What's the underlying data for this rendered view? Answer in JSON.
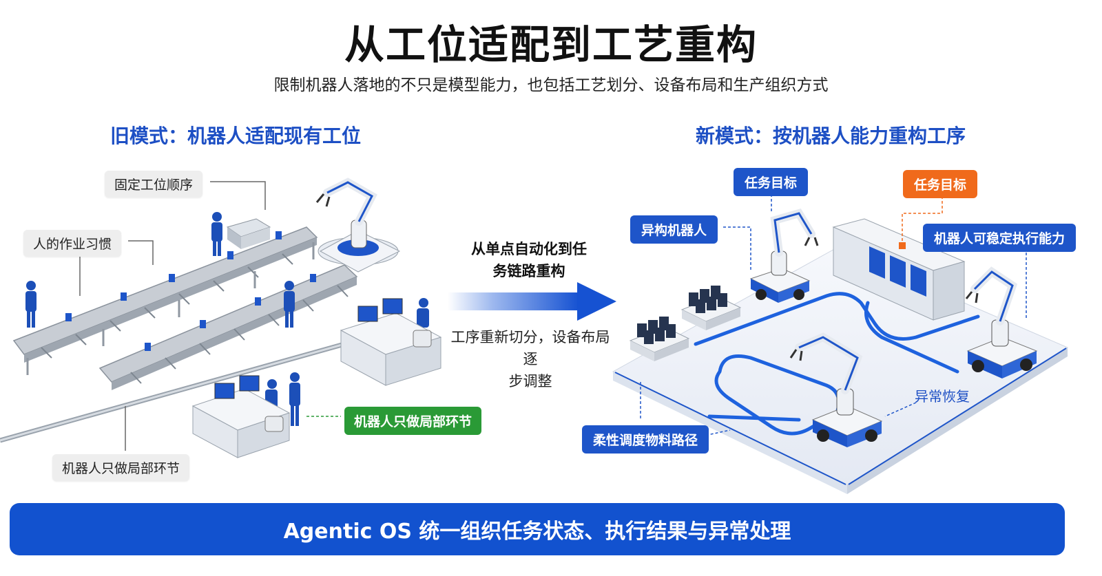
{
  "title": "从工位适配到工艺重构",
  "subtitle": "限制机器人落地的不只是模型能力，也包括工艺划分、设备布局和生产组织方式",
  "old_mode": {
    "title": "旧模式：机器人适配现有工位",
    "labels": {
      "fixed_order": "固定工位顺序",
      "human_habit": "人的作业习惯",
      "robot_partial_green": "机器人只做局部环节",
      "robot_partial_gray": "机器人只做局部环节"
    }
  },
  "transition": {
    "heading": "从单点自动化到任务链路重构",
    "note": "工序重新切分，设备布局逐步调整"
  },
  "new_mode": {
    "title": "新模式：按机器人能力重构工序",
    "labels": {
      "task_goal_blue": "任务目标",
      "task_goal_orange": "任务目标",
      "hetero_robot": "异构机器人",
      "stable_exec": "机器人可稳定执行能力",
      "exception_recovery": "异常恢复",
      "flex_routing": "柔性调度物料路径"
    }
  },
  "footer": "Agentic OS 统一组织任务状态、执行结果与异常处理",
  "colors": {
    "accent_blue": "#1e55c9",
    "orange": "#f06a1b",
    "green": "#2a9a36",
    "footer_blue": "#1252cf"
  }
}
